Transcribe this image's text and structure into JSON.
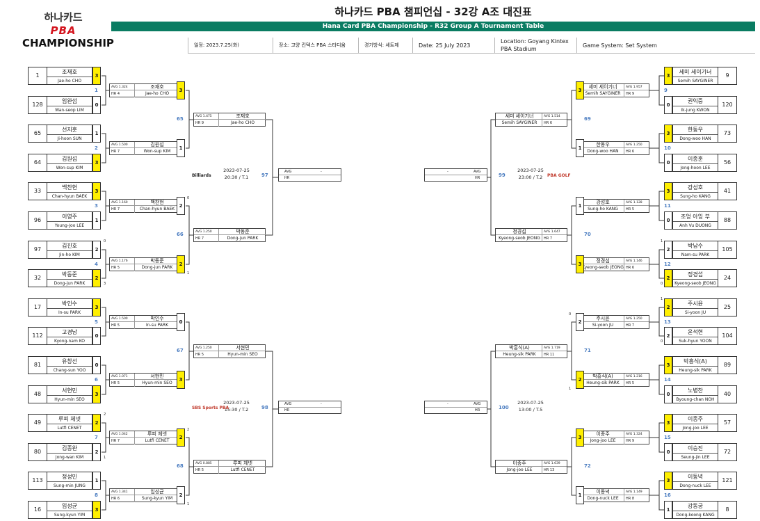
{
  "header": {
    "title": "하나카드 PBA 챔피언십 - 32강 A조 대진표",
    "subtitle": "Hana Card PBA Championship - R32 Group A Tournament Table",
    "logo_kor": "하나카드",
    "logo_pba": "PBA",
    "logo_champ": "CHAMPIONSHIP",
    "date_ko": "일정: 2023.7.25(화)",
    "place_ko": "장소: 고양 킨텍스 PBA 스타디움",
    "system_ko": "경기방식: 세트제",
    "date_en": "Date: 25 July 2023",
    "location_en_1": "Location: Goyang Kintex",
    "location_en_2": "PBA Stadium",
    "system_en": "Game System: Set System",
    "accent": "#0a7c62",
    "winner_color": "#ffef00",
    "match_no_color": "#4a7cc0"
  },
  "left_seeds": [
    {
      "seed": "1",
      "ko": "조재호",
      "en": "Jae-ho CHO",
      "score": "3",
      "win": true
    },
    {
      "seed": "128",
      "ko": "임완섭",
      "en": "Wan-seop LIM",
      "score": "0",
      "win": false
    },
    {
      "seed": "65",
      "ko": "선지훈",
      "en": "Ji-hoon SUN",
      "score": "1",
      "win": false
    },
    {
      "seed": "64",
      "ko": "김원섭",
      "en": "Won-sup KIM",
      "score": "3",
      "win": true
    },
    {
      "seed": "33",
      "ko": "백찬현",
      "en": "Chan-hyun BAEK",
      "score": "3",
      "win": true
    },
    {
      "seed": "96",
      "ko": "이영주",
      "en": "Young-Joo LEE",
      "score": "1",
      "win": false
    },
    {
      "seed": "97",
      "ko": "김진호",
      "en": "Jin-ho KIM",
      "score": "2",
      "win": false
    },
    {
      "seed": "32",
      "ko": "박동준",
      "en": "Dong-jun PARK",
      "score": "2",
      "win": true
    },
    {
      "seed": "17",
      "ko": "박인수",
      "en": "In-su PARK",
      "score": "3",
      "win": true
    },
    {
      "seed": "112",
      "ko": "고경남",
      "en": "Kyong-nam KO",
      "score": "0",
      "win": false
    },
    {
      "seed": "81",
      "ko": "유창선",
      "en": "Chang-sun YOO",
      "score": "0",
      "win": false
    },
    {
      "seed": "48",
      "ko": "서현민",
      "en": "Hyun-min SEO",
      "score": "3",
      "win": true
    },
    {
      "seed": "49",
      "ko": "루피 체넷",
      "en": "Lutfi CENET",
      "score": "2",
      "win": true
    },
    {
      "seed": "80",
      "ko": "김종완",
      "en": "Jong-wan KIM",
      "score": "2",
      "win": false
    },
    {
      "seed": "113",
      "ko": "정성민",
      "en": "Sung-min JUNG",
      "score": "1",
      "win": false
    },
    {
      "seed": "16",
      "ko": "임성균",
      "en": "Sung-kyun YIM",
      "score": "3",
      "win": true
    }
  ],
  "left_seed_small": [
    "",
    "",
    "",
    "",
    "",
    "",
    "0",
    "3",
    "",
    "",
    "",
    "",
    "2",
    "1",
    "",
    ""
  ],
  "left_r1_no": [
    "1",
    "2",
    "3",
    "4",
    "5",
    "6",
    "7",
    "8"
  ],
  "left_r2": [
    {
      "avg": "AVG 1.324",
      "hr": "HR 4",
      "ko": "조재호",
      "en": "Jae-ho CHO",
      "score": "3",
      "win": true,
      "tsmall": "",
      "bsmall": ""
    },
    {
      "avg": "AVG 1.500",
      "hr": "HR 7",
      "ko": "김원섭",
      "en": "Won-sup KIM",
      "score": "1",
      "win": false,
      "tsmall": "",
      "bsmall": ""
    },
    {
      "avg": "AVG 1.160",
      "hr": "HR 7",
      "ko": "백찬현",
      "en": "Chan-hyun BAEK",
      "score": "2",
      "win": false,
      "tsmall": "0",
      "bsmall": ""
    },
    {
      "avg": "AVG 1.176",
      "hr": "HR 5",
      "ko": "박동준",
      "en": "Dong-jun PARK",
      "score": "2",
      "win": true,
      "tsmall": "",
      "bsmall": "1"
    },
    {
      "avg": "AVG 1.500",
      "hr": "HR 5",
      "ko": "박인수",
      "en": "In-su PARK",
      "score": "0",
      "win": false,
      "tsmall": "",
      "bsmall": ""
    },
    {
      "avg": "AVG 1.071",
      "hr": "HR 5",
      "ko": "서현민",
      "en": "Hyun-min SEO",
      "score": "3",
      "win": true,
      "tsmall": "",
      "bsmall": ""
    },
    {
      "avg": "AVG 1.042",
      "hr": "HR 7",
      "ko": "루피 체넷",
      "en": "Lutfi CENET",
      "score": "2",
      "win": true,
      "tsmall": "2",
      "bsmall": ""
    },
    {
      "avg": "AVG 1.341",
      "hr": "HR 6",
      "ko": "임성균",
      "en": "Sung-kyun YIM",
      "score": "2",
      "win": false,
      "tsmall": "",
      "bsmall": "1"
    }
  ],
  "left_r2_no": [
    "65",
    "66",
    "67",
    "68"
  ],
  "left_r3": [
    {
      "avg": "AVG 1.475",
      "hr": "HR 9",
      "ko": "조재호",
      "en": "Jae-ho CHO"
    },
    {
      "avg": "AVG 1.250",
      "hr": "HR 7",
      "ko": "박동준",
      "en": "Dong-jun PARK"
    },
    {
      "avg": "AVG 1.250",
      "hr": "HR 5",
      "ko": "서현민",
      "en": "Hyun-min SEO"
    },
    {
      "avg": "AVG 0.885",
      "hr": "HR 5",
      "ko": "루피 체넷",
      "en": "Lutfi CENET"
    }
  ],
  "right_seeds": [
    {
      "seed": "9",
      "ko": "세미 세이기너",
      "en": "Semih SAYGINER",
      "score": "3",
      "win": true
    },
    {
      "seed": "120",
      "ko": "권익중",
      "en": "Ik-jung KWON",
      "score": "0",
      "win": false
    },
    {
      "seed": "73",
      "ko": "한동우",
      "en": "Dong-woo HAN",
      "score": "3",
      "win": true
    },
    {
      "seed": "56",
      "ko": "이종훈",
      "en": "Jong-hoon LEE",
      "score": "0",
      "win": false
    },
    {
      "seed": "41",
      "ko": "강성호",
      "en": "Sung-ho KANG",
      "score": "3",
      "win": true
    },
    {
      "seed": "88",
      "ko": "조엉 아잉 부",
      "en": "Anh Vu DUONG",
      "score": "0",
      "win": false
    },
    {
      "seed": "105",
      "ko": "박남수",
      "en": "Nam-su PARK",
      "score": "2",
      "win": false
    },
    {
      "seed": "24",
      "ko": "정경섭",
      "en": "Kyeong-seob JEONG",
      "score": "2",
      "win": true
    },
    {
      "seed": "25",
      "ko": "주시윤",
      "en": "Si-yoon JU",
      "score": "2",
      "win": true
    },
    {
      "seed": "104",
      "ko": "윤석현",
      "en": "Suk-hyun YOON",
      "score": "2",
      "win": false
    },
    {
      "seed": "89",
      "ko": "박흥식(A)",
      "en": "Heung-sik PARK",
      "score": "3",
      "win": true
    },
    {
      "seed": "40",
      "ko": "노병찬",
      "en": "Byoung-chan NOH",
      "score": "0",
      "win": false
    },
    {
      "seed": "57",
      "ko": "이종주",
      "en": "Jong-joo LEE",
      "score": "3",
      "win": true
    },
    {
      "seed": "72",
      "ko": "이승진",
      "en": "Seung-jin LEE",
      "score": "0",
      "win": false
    },
    {
      "seed": "121",
      "ko": "이동녁",
      "en": "Dong-nuck LEE",
      "score": "3",
      "win": true
    },
    {
      "seed": "8",
      "ko": "강동궁",
      "en": "Dong-koong KANG",
      "score": "1",
      "win": false
    }
  ],
  "right_seed_small": [
    "",
    "",
    "",
    "",
    "",
    "",
    "1",
    "0",
    "1",
    "0",
    "",
    "",
    "",
    "",
    "",
    ""
  ],
  "right_r1_no": [
    "9",
    "10",
    "11",
    "12",
    "13",
    "14",
    "15",
    "16"
  ],
  "right_r2": [
    {
      "avg": "AVG 1.957",
      "hr": "HR 9",
      "ko": "세미 세이기너",
      "en": "Semih SAYGINER",
      "score": "3",
      "win": true,
      "tsmall": "",
      "bsmall": ""
    },
    {
      "avg": "AVG 1.250",
      "hr": "HR 6",
      "ko": "한동우",
      "en": "Dong-woo HAN",
      "score": "1",
      "win": false,
      "tsmall": "",
      "bsmall": ""
    },
    {
      "avg": "AVG 1.128",
      "hr": "HR 5",
      "ko": "강성호",
      "en": "Sung-ho KANG",
      "score": "1",
      "win": false,
      "tsmall": "",
      "bsmall": ""
    },
    {
      "avg": "AVG 1.146",
      "hr": "HR 6",
      "ko": "정경섭",
      "en": "Kyeong-seob JEONG",
      "score": "3",
      "win": true,
      "tsmall": "",
      "bsmall": ""
    },
    {
      "avg": "AVG 1.250",
      "hr": "HR 7",
      "ko": "주시윤",
      "en": "Si-yoon JU",
      "score": "2",
      "win": false,
      "tsmall": "0",
      "bsmall": ""
    },
    {
      "avg": "AVG 1.216",
      "hr": "HR 5",
      "ko": "박흥식(A)",
      "en": "Heung-sik PARK",
      "score": "2",
      "win": true,
      "tsmall": "",
      "bsmall": "1"
    },
    {
      "avg": "AVG 1.324",
      "hr": "HR 9",
      "ko": "이종주",
      "en": "Jong-joo LEE",
      "score": "3",
      "win": true,
      "tsmall": "",
      "bsmall": ""
    },
    {
      "avg": "AVG 1.149",
      "hr": "HR 8",
      "ko": "이동녁",
      "en": "Dong-nuck LEE",
      "score": "1",
      "win": false,
      "tsmall": "",
      "bsmall": ""
    }
  ],
  "right_r2_no": [
    "69",
    "70",
    "71",
    "72"
  ],
  "right_r3": [
    {
      "avg": "AVG 1.514",
      "hr": "HR 6",
      "ko": "세미 세이기너",
      "en": "Semih SAYGINER"
    },
    {
      "avg": "AVG 1.647",
      "hr": "HR 7",
      "ko": "정경섭",
      "en": "Kyeong-seob JEONG"
    },
    {
      "avg": "AVG 1.719",
      "hr": "HR 11",
      "ko": "박흥식(A)",
      "en": "Heung-sik PARK"
    },
    {
      "avg": "AVG 1.639",
      "hr": "HR 13",
      "ko": "이종주",
      "en": "Jong-joo LEE"
    }
  ],
  "semis": [
    {
      "no": "97",
      "date": "2023-07-25",
      "time": "20:30 / T.1",
      "avg": "AVG",
      "hr": "HR",
      "val": "-",
      "brand": "Billiards"
    },
    {
      "no": "98",
      "date": "2023-07-25",
      "time": "15:30 / T.2",
      "avg": "AVG",
      "hr": "HR",
      "val": "-",
      "brand": "SBS Sports PBA"
    },
    {
      "no": "99",
      "date": "2023-07-25",
      "time": "23:00 / T.2",
      "avg": "AVG",
      "hr": "HR",
      "val": "-",
      "brand": "PBA GOLF"
    },
    {
      "no": "100",
      "date": "2023-07-25",
      "time": "13:00 / T.5",
      "avg": "AVG",
      "hr": "HR",
      "val": "-",
      "brand": ""
    }
  ]
}
